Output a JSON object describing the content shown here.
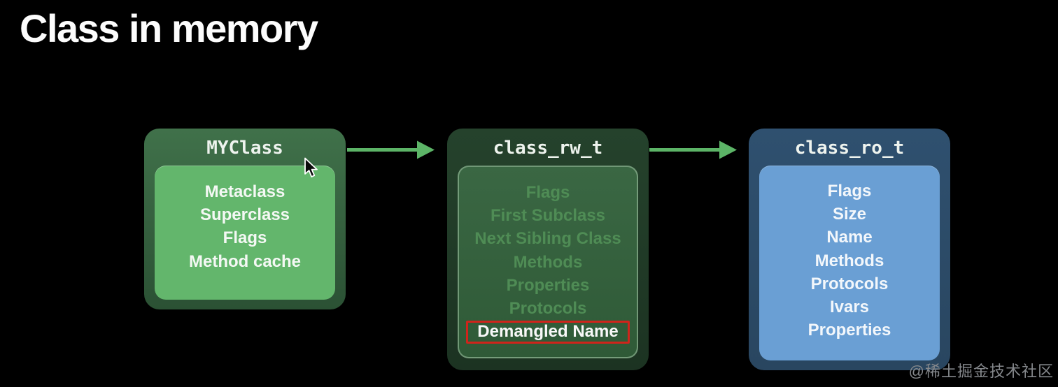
{
  "slide": {
    "title": "Class in memory",
    "watermark": "@稀土掘金技术社区"
  },
  "colors": {
    "background": "#000000",
    "arrow_green": "#5cb467",
    "myclass_outer_gradient": [
      "#40714a",
      "#2b5134"
    ],
    "myclass_inner": "#63b66c",
    "rw_outer_gradient": [
      "#25422c",
      "#1c3322"
    ],
    "rw_inner": "#35603b",
    "rw_inner_border": "#9cc0a0",
    "rw_faded_text": "#4f8c55",
    "ro_outer_gradient": [
      "#2f506f",
      "#294660"
    ],
    "ro_inner": "#6a9fd4",
    "highlight_red": "#d0241b",
    "text_white": "#f5f8f5",
    "watermark_gray": "#85888c"
  },
  "diagram": {
    "boxes": [
      {
        "title": "MYClass",
        "items": [
          "Metaclass",
          "Superclass",
          "Flags",
          "Method cache"
        ]
      },
      {
        "title": "class_rw_t",
        "items": [
          "Flags",
          "First Subclass",
          "Next Sibling Class",
          "Methods",
          "Properties",
          "Protocols",
          "Demangled Name"
        ],
        "faded_items_count": 6,
        "highlighted_item_index": 6
      },
      {
        "title": "class_ro_t",
        "items": [
          "Flags",
          "Size",
          "Name",
          "Methods",
          "Protocols",
          "Ivars",
          "Properties"
        ]
      }
    ],
    "arrows": [
      {
        "from": "MYClass",
        "to": "class_rw_t"
      },
      {
        "from": "class_rw_t",
        "to": "class_ro_t"
      }
    ]
  }
}
